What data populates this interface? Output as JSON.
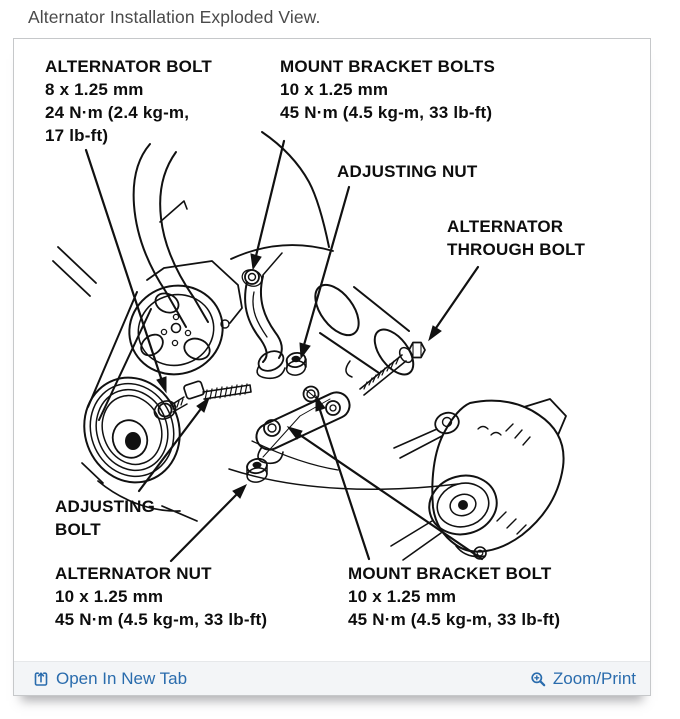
{
  "page": {
    "title": "Alternator Installation Exploded View."
  },
  "colors": {
    "link_blue": "#2a6cad",
    "ink": "#0d0d0d",
    "panel_border": "#c6c8ca",
    "footer_bg": "#f3f5f7",
    "diagram_bg": "#ffffff",
    "title_gray": "#4a4a4a"
  },
  "diagram": {
    "description": "Black and white exploded-view line illustration of alternator installation with pulleys, belt, brackets, bolts and leader arrows",
    "callouts": [
      {
        "name": "alternator-bolt",
        "lines": [
          "ALTERNATOR BOLT",
          "8 x 1.25 mm",
          "24 N·m (2.4 kg-m,",
          "17 lb-ft)"
        ]
      },
      {
        "name": "mount-bracket-bolts",
        "lines": [
          "MOUNT BRACKET BOLTS",
          "10 x 1.25 mm",
          "45 N·m (4.5 kg-m, 33 lb-ft)"
        ]
      },
      {
        "name": "adjusting-nut",
        "lines": [
          "ADJUSTING NUT"
        ]
      },
      {
        "name": "alternator-through-bolt",
        "lines": [
          "ALTERNATOR",
          "THROUGH BOLT"
        ]
      },
      {
        "name": "adjusting-bolt",
        "lines": [
          "ADJUSTING",
          "BOLT"
        ]
      },
      {
        "name": "alternator-nut",
        "lines": [
          "ALTERNATOR NUT",
          "10 x 1.25 mm",
          "45 N·m (4.5 kg-m, 33 lb-ft)"
        ]
      },
      {
        "name": "mount-bracket-bolt",
        "lines": [
          "MOUNT BRACKET BOLT",
          "10 x 1.25 mm",
          "45 N·m (4.5 kg-m, 33 lb-ft)"
        ]
      }
    ]
  },
  "footer": {
    "open_in_new_tab": {
      "label": "Open In New Tab",
      "icon": "open-in-new-tab"
    },
    "zoom_print": {
      "label": "Zoom/Print",
      "icon": "magnifier-plus"
    }
  }
}
